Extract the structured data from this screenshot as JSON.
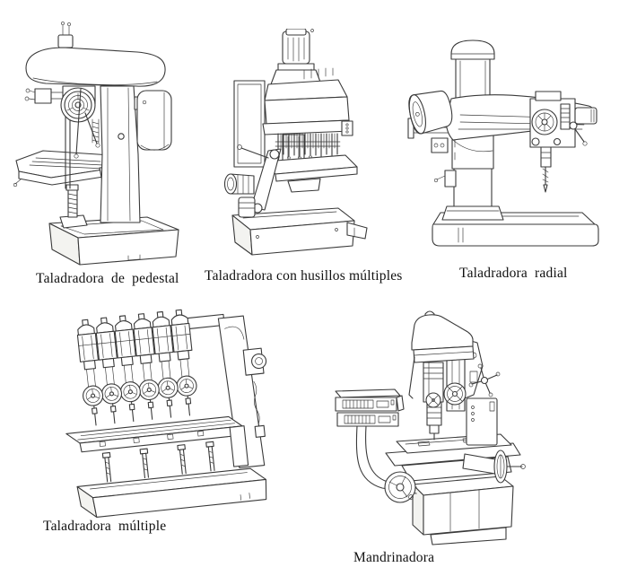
{
  "sheet": {
    "background": "#ffffff",
    "ink": "#3a3a3a",
    "caption_color": "#101010"
  },
  "figures": [
    {
      "id": "pedestal",
      "caption": "Taladradora de pedestal",
      "illustration": "pedestal-drill-press"
    },
    {
      "id": "husillos-multiples",
      "caption": "Taladradora con husillos múltiples",
      "illustration": "multi-spindle-drill-press"
    },
    {
      "id": "radial",
      "caption": "Taladradora radial",
      "illustration": "radial-drill-press"
    },
    {
      "id": "multiple",
      "caption": "Taladradora múltiple",
      "illustration": "gang-multiple-drill-press"
    },
    {
      "id": "mandrinadora",
      "caption": "Mandrinadora",
      "illustration": "boring-machine"
    }
  ]
}
